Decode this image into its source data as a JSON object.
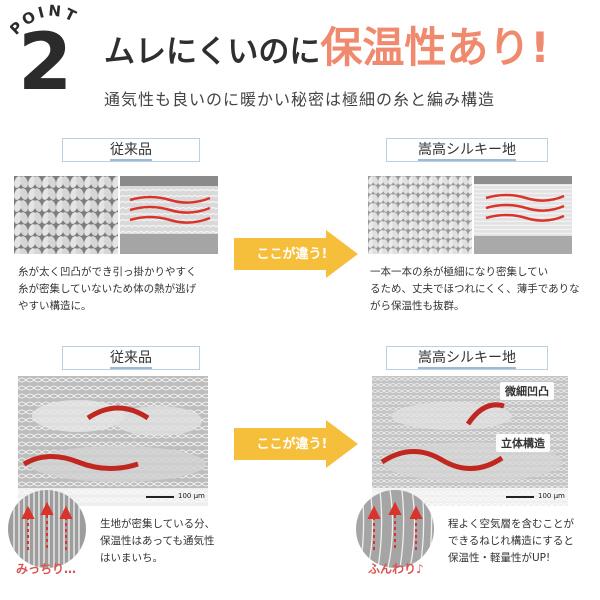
{
  "header": {
    "point_word": "POINT",
    "point_number": "2",
    "headline_dark": "ムレにくいのに",
    "headline_accent": "保温性あり!",
    "subline": "通気性も良いのに暖かい秘密は極細の糸と編み構造"
  },
  "colors": {
    "accent": "#f08a6e",
    "arrow": "#f6bf3b",
    "heat": "#d9342b",
    "label_border": "#bcd0e4",
    "caption_red": "#d9534f"
  },
  "section1": {
    "left_label": "従来品",
    "right_label": "嵩高シルキー地",
    "arrow_text": "ここが違う!",
    "left_desc": "糸が太く凹凸ができ引っ掛かりやすく\n糸が密集していないため体の熱が逃げ\nやすい構造に。",
    "right_desc": "一本一本の糸が極細になり密集してい\nるため、丈夫でほつれにくく、薄手でありな\nがら保温性も抜群。"
  },
  "section2": {
    "left_label": "従来品",
    "right_label": "嵩高シルキー地",
    "arrow_text": "ここが違う!",
    "left_desc": "生地が密集している分、\n保温性はあっても通気性\nはいまいち。",
    "right_desc": "程よく空気層を含むことが\nできるねじれ構造にすると\n保温性・軽量性がUP!",
    "left_circle_caption": "みっちり…",
    "right_circle_caption": "ふんわり♪",
    "tag_micro": "微細凹凸",
    "tag_structure": "立体構造",
    "scale_left": "100 μm",
    "scale_right": "100 μm"
  }
}
